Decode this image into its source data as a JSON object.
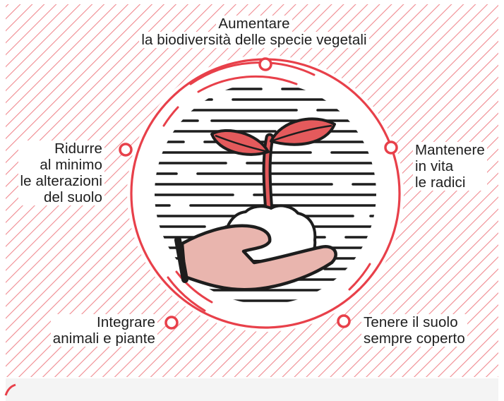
{
  "labels": {
    "top": {
      "line1": "Aumentare",
      "line2": "la biodiversità delle specie vegetali"
    },
    "left": {
      "line1": "Ridurre",
      "line2": "al minimo",
      "line3": "le alterazioni",
      "line4": "del suolo"
    },
    "right": {
      "line1": "Mantenere",
      "line2": "in vita",
      "line3": "le radici"
    },
    "bottom_left": {
      "line1": "Integrare",
      "line2": "animali e piante"
    },
    "bottom_right": {
      "line1": "Tenere il suolo",
      "line2": "sempre coperto"
    }
  },
  "colors": {
    "accent_red": "#e8404a",
    "hatch": "#f08a90",
    "ink": "#1d1d1d",
    "leaf_fill": "#e45a5c",
    "hand_fill": "#e9b5ae",
    "soil_fill": "#ffffff"
  },
  "icons": [
    "seedling-icon",
    "hand-icon",
    "soil-icon"
  ]
}
